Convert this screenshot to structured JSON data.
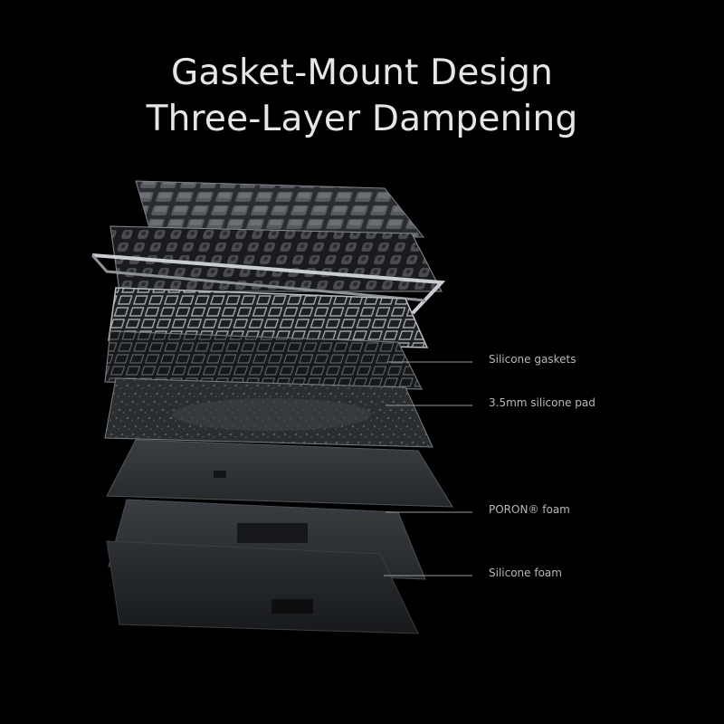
{
  "title": {
    "line1": "Gasket-Mount Design",
    "line2": "Three-Layer Dampening"
  },
  "callouts": [
    {
      "id": "silicone-gaskets",
      "label": "Silicone gaskets"
    },
    {
      "id": "silicone-pad",
      "label": "3.5mm silicone pad"
    },
    {
      "id": "poron-foam",
      "label": "PORON® foam"
    },
    {
      "id": "silicone-foam",
      "label": "Silicone foam"
    }
  ],
  "colors": {
    "background": "#000000",
    "title": "#e6e6e6",
    "callout_text": "#b8b8b8",
    "callout_line": "#9a9a9a"
  }
}
